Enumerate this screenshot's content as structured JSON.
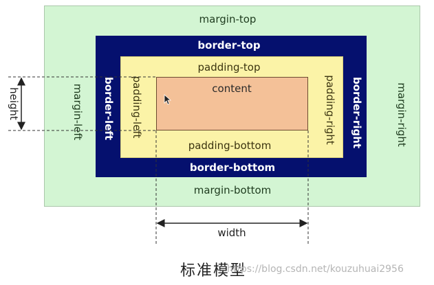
{
  "diagram": {
    "margin_top": "margin-top",
    "margin_bottom": "margin-bottom",
    "margin_left": "margin-left",
    "margin_right": "margin-right",
    "border_top": "border-top",
    "border_bottom": "border-bottom",
    "border_left": "border-left",
    "border_right": "border-right",
    "padding_top": "padding-top",
    "padding_bottom": "padding-bottom",
    "padding_left": "padding-left",
    "padding_right": "padding-right",
    "content": "content",
    "height": "height",
    "width": "width",
    "caption": "标准模型",
    "watermark": "https://blog.csdn.net/kouzuhuai2956"
  },
  "colors": {
    "margin": "#d3f5d3",
    "border": "#05106e",
    "padding": "#fbf3a7",
    "content": "#f4c198"
  }
}
